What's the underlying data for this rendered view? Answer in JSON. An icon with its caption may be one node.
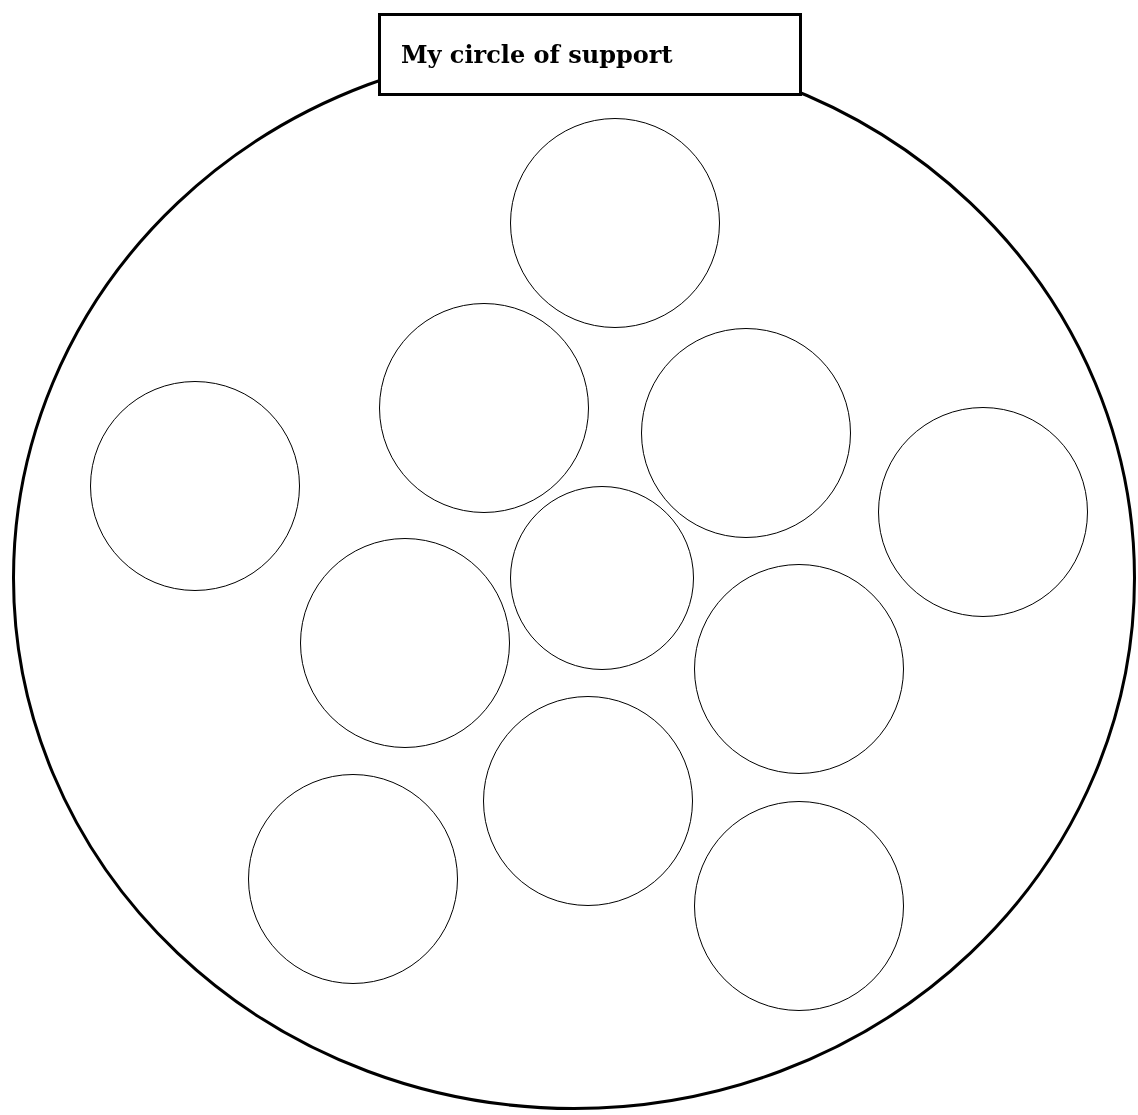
{
  "diagram": {
    "nodes": [
      {
        "text": [
          "My circle of support"
        ]
      },
      {
        "text": [],
        "shape": "circle"
      },
      {
        "text": [],
        "shape": "circle",
        "in": 1
      },
      {
        "text": [],
        "shape": "circle",
        "in": 1
      },
      {
        "text": [],
        "shape": "circle",
        "in": 1
      },
      {
        "text": [],
        "shape": "circle",
        "in": 1
      },
      {
        "text": [],
        "shape": "circle",
        "in": 1
      },
      {
        "text": [],
        "shape": "circle",
        "in": 1
      },
      {
        "text": [],
        "shape": "circle",
        "in": 1
      },
      {
        "text": [],
        "shape": "circle",
        "in": 1
      },
      {
        "text": [],
        "shape": "circle",
        "in": 1
      },
      {
        "text": [],
        "shape": "circle",
        "in": 1
      },
      {
        "text": [],
        "shape": "circle",
        "in": 1
      }
    ],
    "edges": []
  }
}
